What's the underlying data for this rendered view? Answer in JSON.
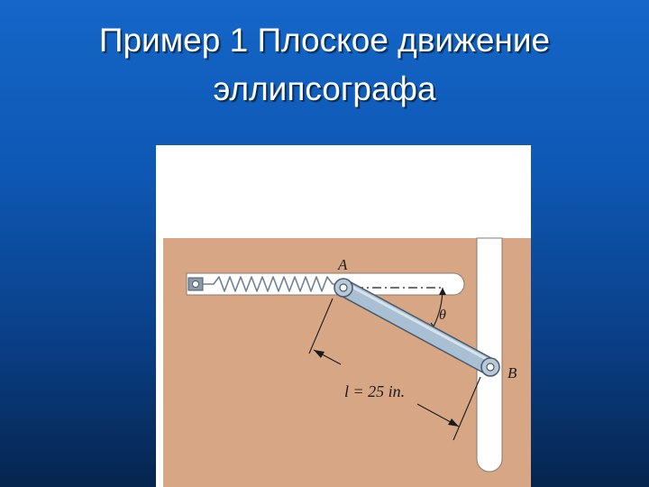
{
  "slide": {
    "title_line1": "Пример 1 Плоское движение",
    "title_line2": "эллипсографа"
  },
  "figure": {
    "label_a": "A",
    "label_b": "B",
    "label_theta": "θ",
    "label_length": "l = 25 in.",
    "colors": {
      "board": "#d7a785",
      "slot": "#ffffff",
      "link": "#a9bfd3",
      "outline": "#4a5a6a"
    }
  }
}
